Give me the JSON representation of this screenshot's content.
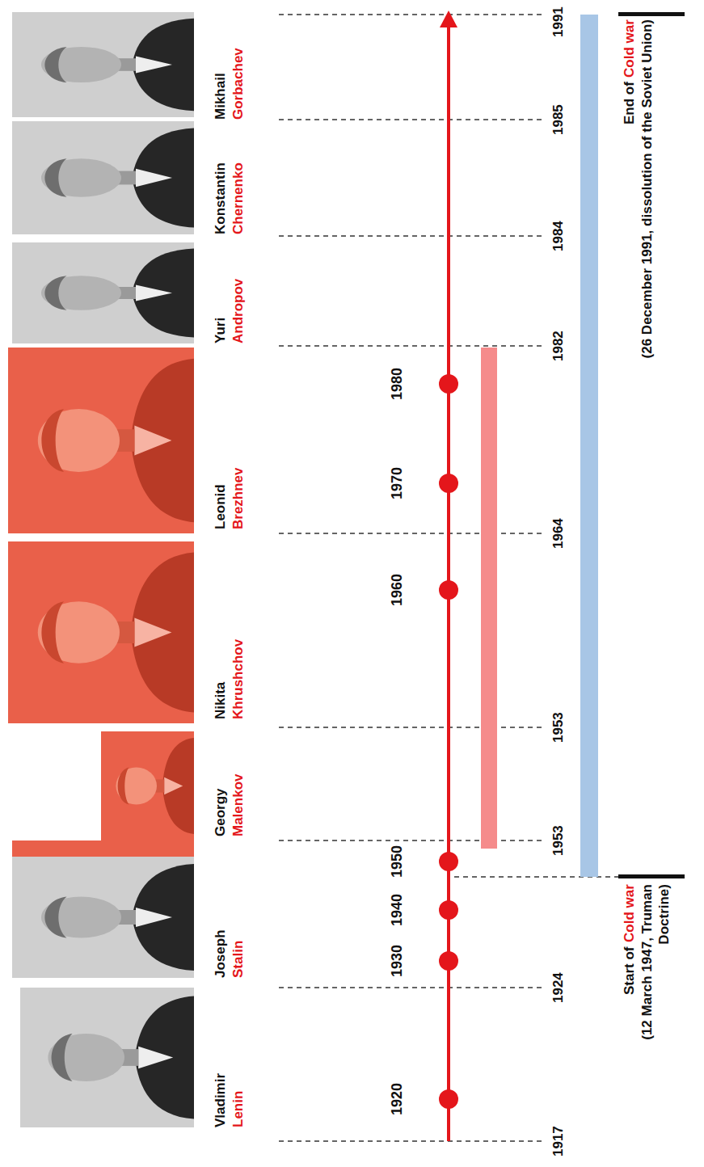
{
  "diagram": {
    "labels": [
      "Vladimir",
      "Lenin",
      "Joseph",
      "Stalin",
      "Georgy",
      "Malenkov",
      "Nikita",
      "Khrushchov",
      "Leonid",
      "Brezhnev",
      "Yuri",
      "Andropov",
      "Konstantin",
      "Chernenko",
      "Mikhail",
      "Gorbachev",
      "1920",
      "1930",
      "1940",
      "1950",
      "1960",
      "1970",
      "1980",
      "1917",
      "1924",
      "1953",
      "1953",
      "1964",
      "1982",
      "1984",
      "1985",
      "1991",
      "Start of",
      "Cold war",
      "(12 March 1947, Truman Doctrine)",
      "End of",
      "Cold war",
      "(26 December 1991, dissolution of the Soviet Union)"
    ]
  }
}
